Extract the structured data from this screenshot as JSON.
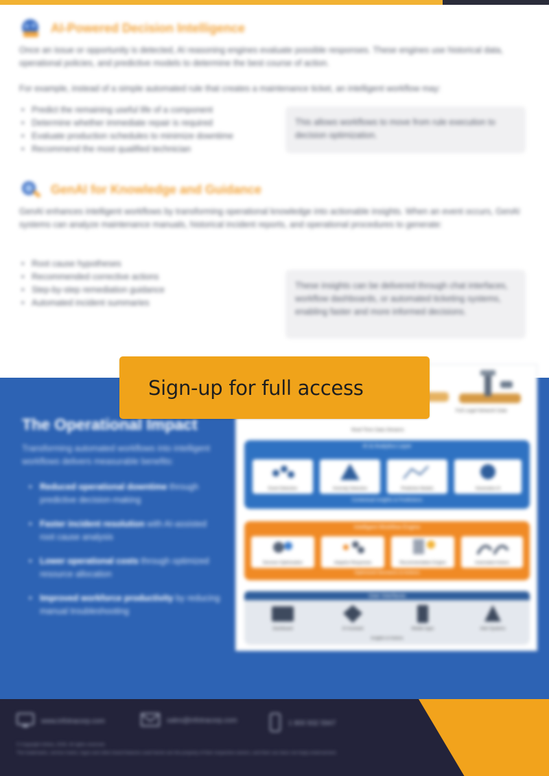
{
  "section1": {
    "title": "AI-Powered Decision Intelligence",
    "icon": "brain-chip-icon",
    "para1": "Once an issue or opportunity is detected, AI reasoning engines evaluate possible responses. These engines use historical data, operational policies, and predictive models to determine the best course of action.",
    "para2": "For example, instead of a simple automated rule that creates a maintenance ticket, an intelligent workflow may:",
    "bullets": [
      "Predict the remaining useful life of a component",
      "Determine whether immediate repair is required",
      "Evaluate production schedules to minimize downtime",
      "Recommend the most qualified technician"
    ],
    "callout": "This allows workflows to move from rule execution to decision optimization."
  },
  "section2": {
    "title": "GenAI for Knowledge and Guidance",
    "icon": "knowledge-search-icon",
    "para1": "GenAI enhances intelligent workflows by transforming operational knowledge into actionable insights. When an event occurs, GenAI systems can analyze maintenance manuals, historical incident reports, and operational procedures to generate:",
    "bullets": [
      "Root cause hypotheses",
      "Recommended corrective actions",
      "Step-by-step remediation guidance",
      "Automated incident summaries"
    ],
    "callout": "These insights can be delivered through chat interfaces, workflow dashboards, or automated ticketing systems, enabling faster and more informed decisions."
  },
  "impact": {
    "title": "The Operational Impact",
    "intro": "Transforming automated workflows into intelligent workflows delivers measurable benefits:",
    "items": [
      {
        "bold": "Reduced operational downtime",
        "rest": " through predictive decision-making"
      },
      {
        "bold": "Faster incident resolution",
        "rest": " with AI-assisted root cause analysis"
      },
      {
        "bold": "Lower operational costs",
        "rest": " through optimized resource allocation"
      },
      {
        "bold": "Improved workforce productivity",
        "rest": " by reducing manual troubleshooting"
      }
    ]
  },
  "diagram": {
    "top_right_caption": "Full Legal Network Data",
    "flow_caption": "Real-Time Data Streams",
    "layer1": {
      "title": "AI & Analytics Layer",
      "tiles": [
        "Event Detection",
        "Anomaly Detection",
        "Predictive Models",
        "Generative AI"
      ],
      "footer": "Contextual Insights & Predictions"
    },
    "layer2": {
      "title": "Intelligent Workflow Engine",
      "tiles": [
        "Decision Optimization",
        "Adaptive Responses",
        "Recommendation Engine",
        "Automated Actions"
      ],
      "footer": "Optimized Decisions & Actions"
    },
    "layer3": {
      "title": "User Interfaces",
      "tiles": [
        "Dashboard",
        "AI Assistant",
        "Mobile Apps",
        "Alert Systems"
      ],
      "footer": "Insights & Actions"
    }
  },
  "cta": {
    "label": "Sign-up for full access"
  },
  "footer": {
    "website": "www.infotracorp.com",
    "email": "sales@infotracorp.com",
    "phone": "1 800 932 5947",
    "copyright": "© Copyright Infotra, 2026. All rights reserved.",
    "legal": "The trademarks, service marks, logos and other brand features used herein are the property of their respective owners, and their use does not imply endorsement."
  },
  "colors": {
    "accent_orange": "#f2a33a",
    "impact_blue": "#2d63b4",
    "footer_navy": "#23233a",
    "cta_orange": "#f0a31a"
  }
}
